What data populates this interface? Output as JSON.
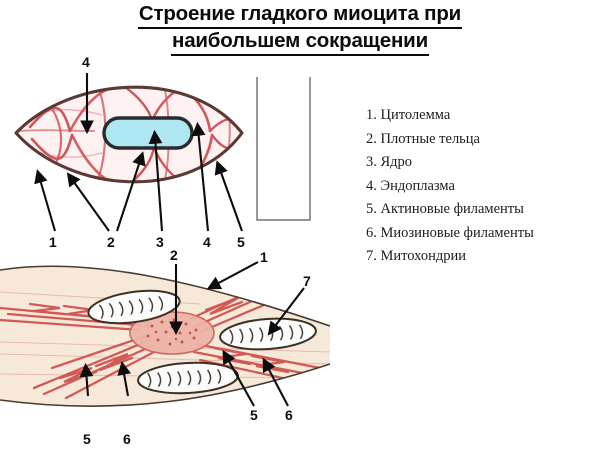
{
  "title": {
    "line1": "Строение гладкого миоцита при",
    "line2": "наибольшем сокращении"
  },
  "legend": {
    "items": [
      "1. Цитолемма",
      "2. Плотные тельца",
      "3. Ядро",
      "4. Эндоплазма",
      "5. Актиновые филаменты",
      "6. Миозиновые филаменты",
      "7. Митохондрии"
    ]
  },
  "figure_top": {
    "caption_numbers": [
      "4",
      "1",
      "2",
      "3",
      "4",
      "5"
    ],
    "labels": {
      "top4": "4",
      "b1": "1",
      "b2": "2",
      "b3": "3",
      "b4": "4",
      "b5": "5"
    }
  },
  "figure_bottom": {
    "labels": {
      "l1": "1",
      "l2": "2",
      "l7": "7",
      "l5_left": "5",
      "l6_left": "6",
      "l5_right": "5",
      "l6_right": "6"
    }
  },
  "colors": {
    "text": "#0b0b0b",
    "legend_text": "#1c1c1c",
    "cell_outline": "#5c3a33",
    "filament": "#d04a52",
    "filament_light": "#e98f92",
    "nucleus_fill": "#aee6f2",
    "nucleus_outline": "#2b2b2b",
    "cytoplasm_top": "#fdf1f0",
    "cytoplasm_bottom": "#f6e7d8",
    "dense_body": "#e8a39a",
    "mito_outline": "#3a3024",
    "mito_fill": "#fbfbfb",
    "arrow": "#0d0d0d",
    "bracket": "#4a4a4a"
  }
}
